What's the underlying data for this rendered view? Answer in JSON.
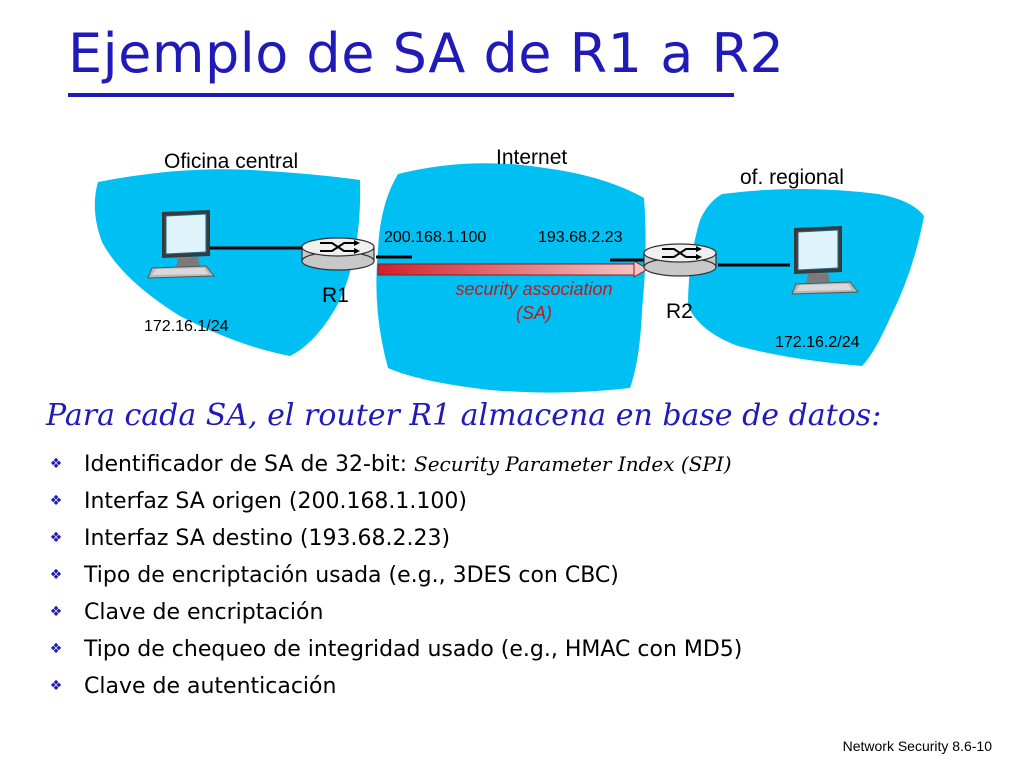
{
  "slide": {
    "title": "Ejemplo de SA de R1 a R2",
    "footer": "Network Security 8.6-10"
  },
  "diagram": {
    "head_office_label": "Oficina central",
    "internet_label": "Internet",
    "regional_label": "of. regional",
    "r1_label": "R1",
    "r2_label": "R2",
    "r1_out_ip": "200.168.1.100",
    "r2_in_ip": "193.68.2.23",
    "head_office_net": "172.16.1/24",
    "regional_net": "172.16.2/24",
    "sa_line1": "security association",
    "sa_line2": "(SA)",
    "colors": {
      "cloud": "#00bff3",
      "router": "#e8e8e8",
      "sa_arrow": "#d0202a",
      "title": "#1f1ab8"
    }
  },
  "content": {
    "lead": "Para cada SA, el router R1  almacena en base de datos:",
    "bullet_marker_icon": "diamond-bullet-icon",
    "bullets": [
      {
        "text": "Identificador de SA de 32-bit: ",
        "italic": "Security Parameter Index (SPI)"
      },
      {
        "text": "Interfaz SA origen (200.168.1.100)"
      },
      {
        "text": "Interfaz SA destino (193.68.2.23)"
      },
      {
        "text": "Tipo de encriptación usada (e.g., 3DES con CBC)"
      },
      {
        "text": "Clave de encriptación"
      },
      {
        "text": "Tipo de chequeo de integridad usado (e.g., HMAC con MD5)"
      },
      {
        "text": "Clave de autenticación"
      }
    ]
  }
}
